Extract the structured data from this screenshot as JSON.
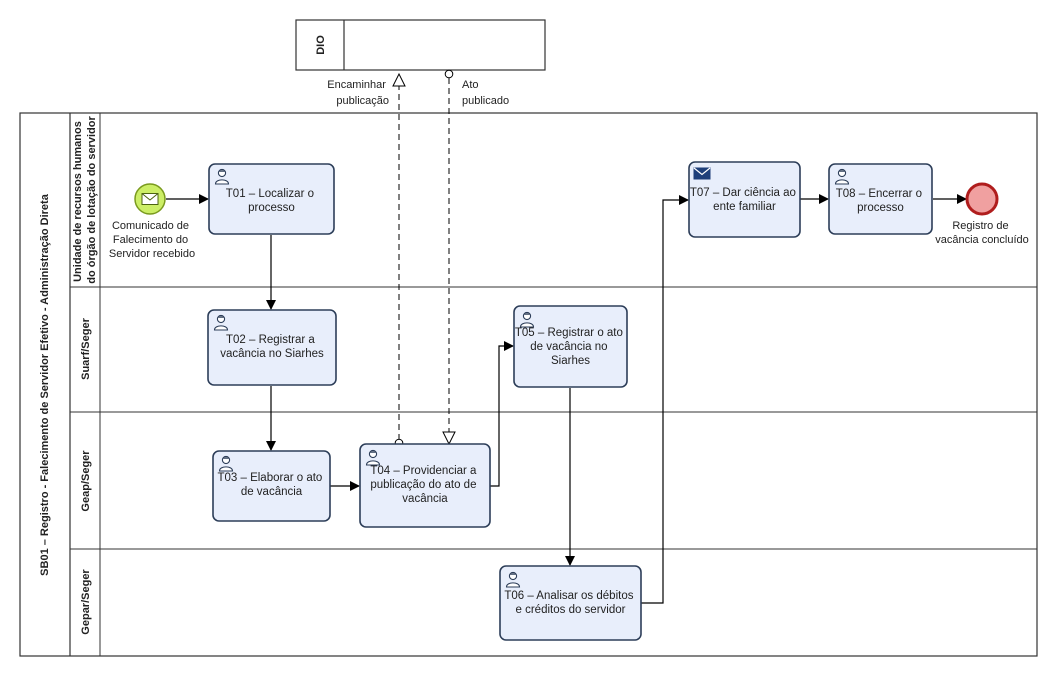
{
  "external_pool": {
    "name": "DIO"
  },
  "pool": {
    "name": "SB01 – Registro - Falecimento de Servidor Efetivo - Administração Direta"
  },
  "lanes": [
    {
      "line1": "Unidade de recursos humanos",
      "line2": "do órgão de lotação do servidor"
    },
    {
      "line1": "Suarf/Seger"
    },
    {
      "line1": "Geap/Seger"
    },
    {
      "line1": "Gepar/Seger"
    }
  ],
  "start_event": {
    "line1": "Comunicado de",
    "line2": "Falecimento do",
    "line3": "Servidor recebido"
  },
  "end_event": {
    "line1": "Registro de",
    "line2": "vacância concluído"
  },
  "tasks": {
    "t01": {
      "line1": "T01 – Localizar o",
      "line2": "processo"
    },
    "t02": {
      "line1": "T02 – Registrar a",
      "line2": "vacância no Siarhes"
    },
    "t03": {
      "line1": "T03 – Elaborar o ato",
      "line2": "de vacância"
    },
    "t04": {
      "line1": "T04 – Providenciar a",
      "line2": "publicação do ato de",
      "line3": "vacância"
    },
    "t05": {
      "line1": "T05 – Registrar o ato",
      "line2": "de vacância no",
      "line3": "Siarhes"
    },
    "t06": {
      "line1": "T06 – Analisar os débitos",
      "line2": "e créditos do servidor"
    },
    "t07": {
      "line1": "T07 – Dar ciência ao",
      "line2": "ente familiar"
    },
    "t08": {
      "line1": "T08 – Encerrar o",
      "line2": "processo"
    }
  },
  "message_flows": {
    "send": {
      "line1": "Encaminhar",
      "line2": "publicação"
    },
    "receive": {
      "line1": "Ato",
      "line2": "publicado"
    }
  },
  "colors": {
    "task_fill": "#e8eefb",
    "task_stroke": "#2d3e59",
    "start_fill": "#ccee66",
    "start_stroke": "#7a9a1e",
    "end_fill": "#f0a0a0",
    "end_stroke": "#b01d1d",
    "line": "#000000",
    "lane_border": "#333333"
  },
  "icons": {
    "task_user": "user-icon",
    "task_send": "envelope-icon",
    "start_message": "envelope-icon"
  }
}
